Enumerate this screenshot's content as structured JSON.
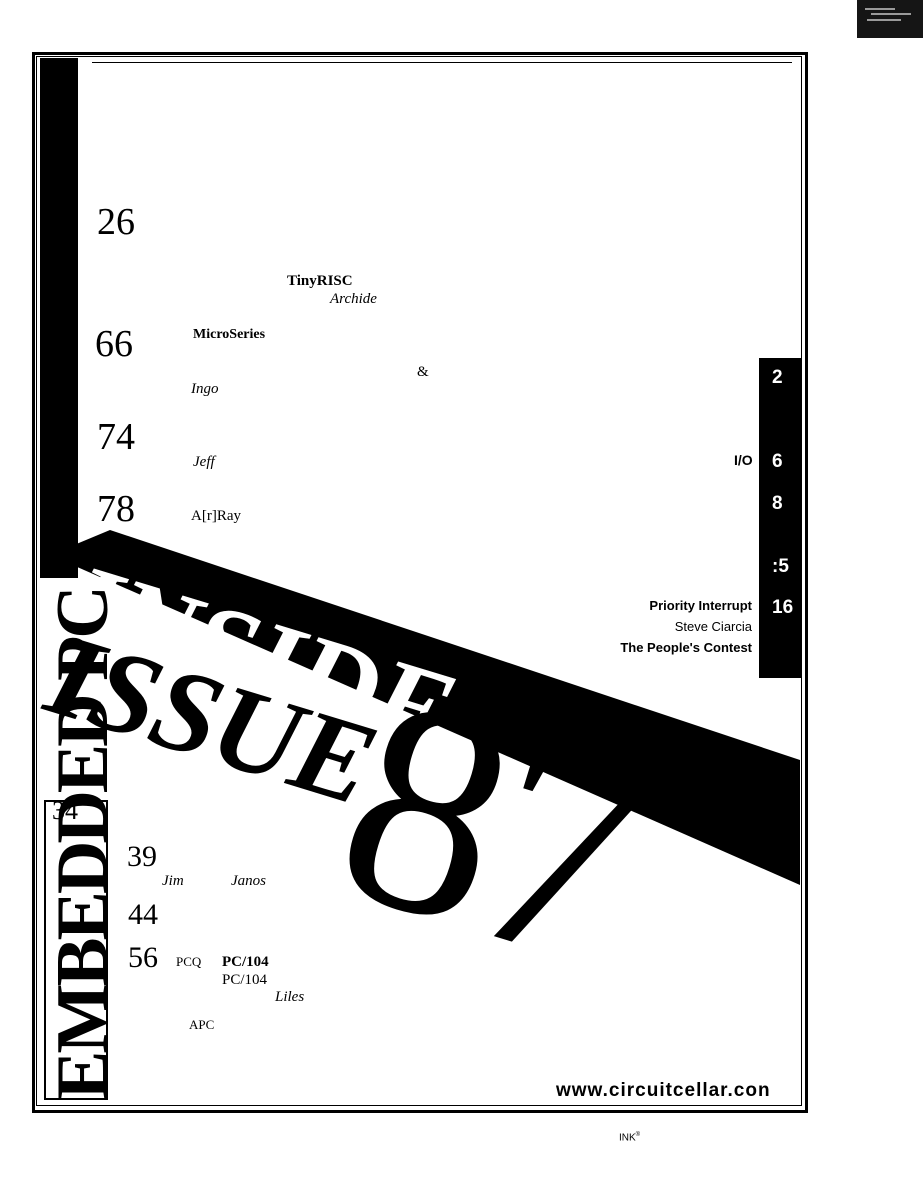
{
  "masthead": {
    "inside": "INSIDE",
    "issue": "ISSUE",
    "issue_number": "87"
  },
  "feature_numbers": [
    "26",
    "66",
    "74",
    "78"
  ],
  "features": {
    "tinyrisc": "TinyRISC",
    "archide": "Archide",
    "microseries": "MicroSeries",
    "amp": "&",
    "ingo": "Ingo",
    "jeff": "Jeff",
    "array": "A[r]Ray",
    "io": "I/O"
  },
  "side_numbers": [
    "2",
    "6",
    "8",
    ":5",
    "16"
  ],
  "priority": {
    "title": "Priority Interrupt",
    "author": "Steve Ciarcia",
    "subtitle": "The People's Contest"
  },
  "embedded_pc": {
    "label": "EMBEDDED PC",
    "numbers": [
      "34",
      "39",
      "44",
      "56"
    ],
    "jim": "Jim",
    "janos": "Janos",
    "pcq": "PCQ",
    "pc104_bold": "PC/104",
    "pc104": "PC/104",
    "liles": "Liles",
    "apc": "APC"
  },
  "url": "www.circuitcellar.con",
  "ink": "INK",
  "registered_mark": "®"
}
